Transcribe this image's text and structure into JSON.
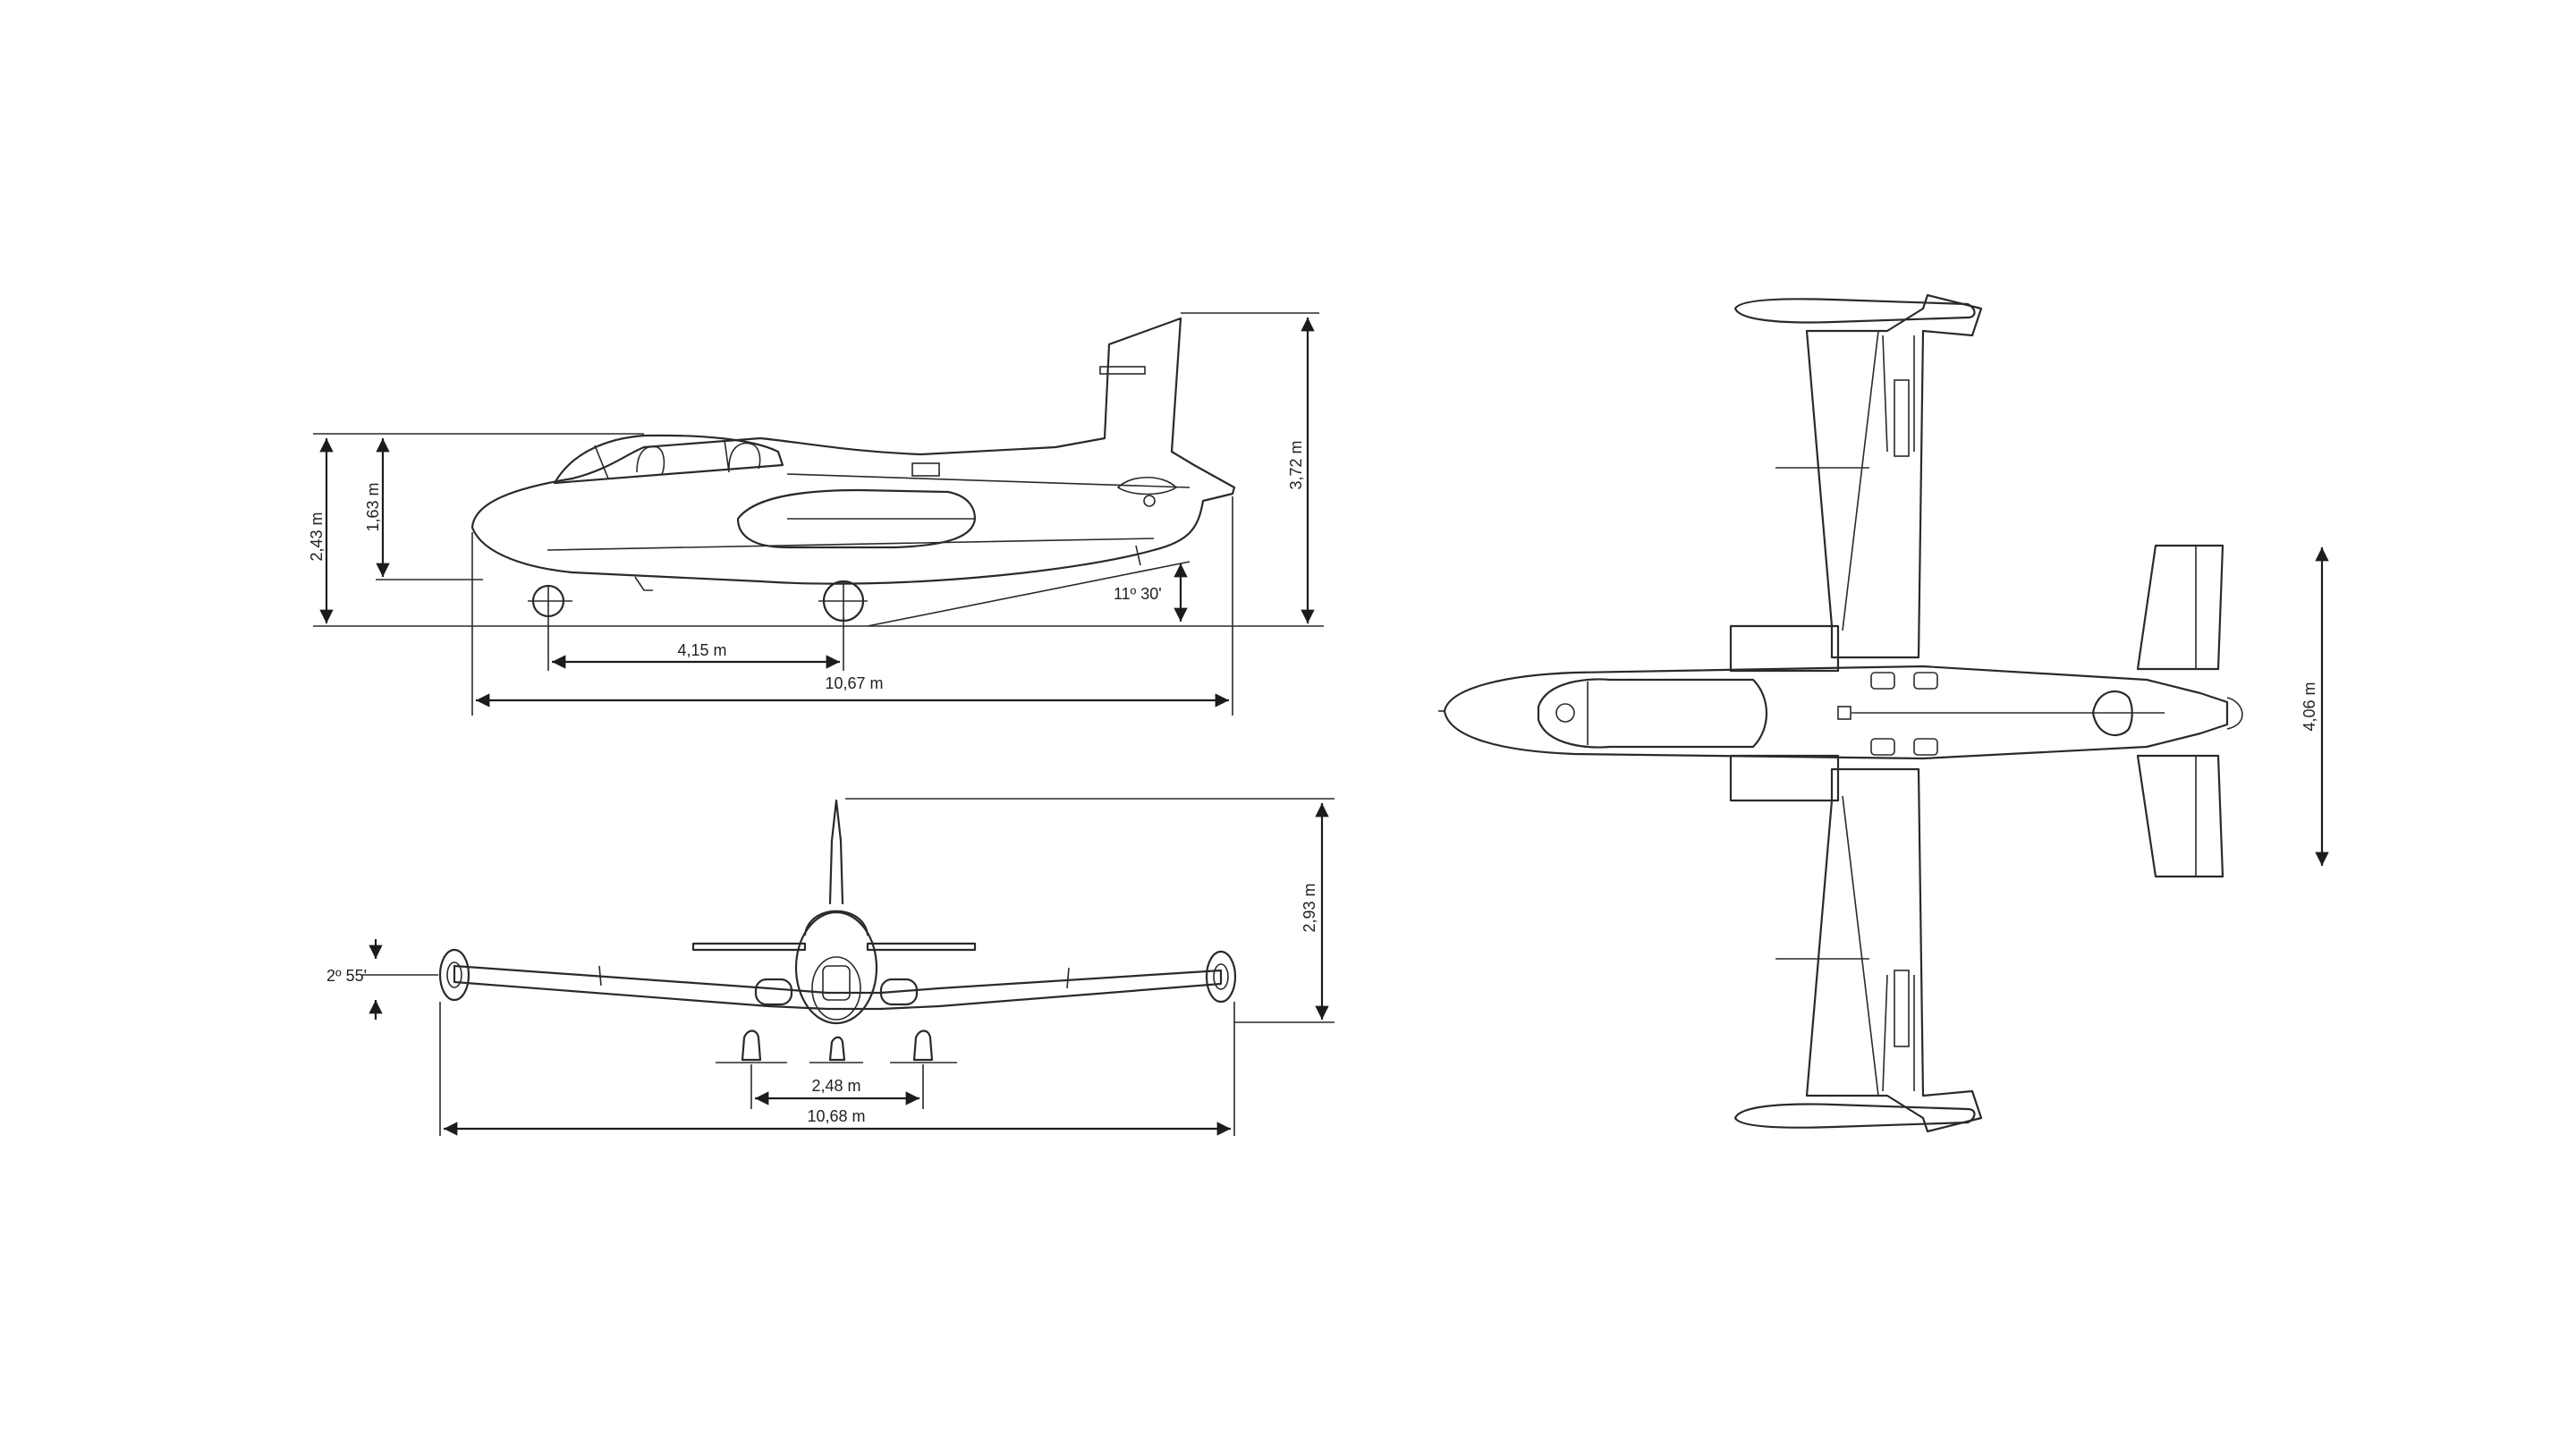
{
  "side_view": {
    "height_total": "2,43 m",
    "height_canopy": "1,63 m",
    "height_tail": "3,72 m",
    "tail_angle": "11º 30'",
    "wheelbase": "4,15 m",
    "length": "10,67 m"
  },
  "front_view": {
    "dihedral": "2º 55'",
    "height": "2,93 m",
    "track": "2,48 m",
    "span": "10,68 m"
  },
  "top_view": {
    "tailplane_span": "4,06 m"
  }
}
